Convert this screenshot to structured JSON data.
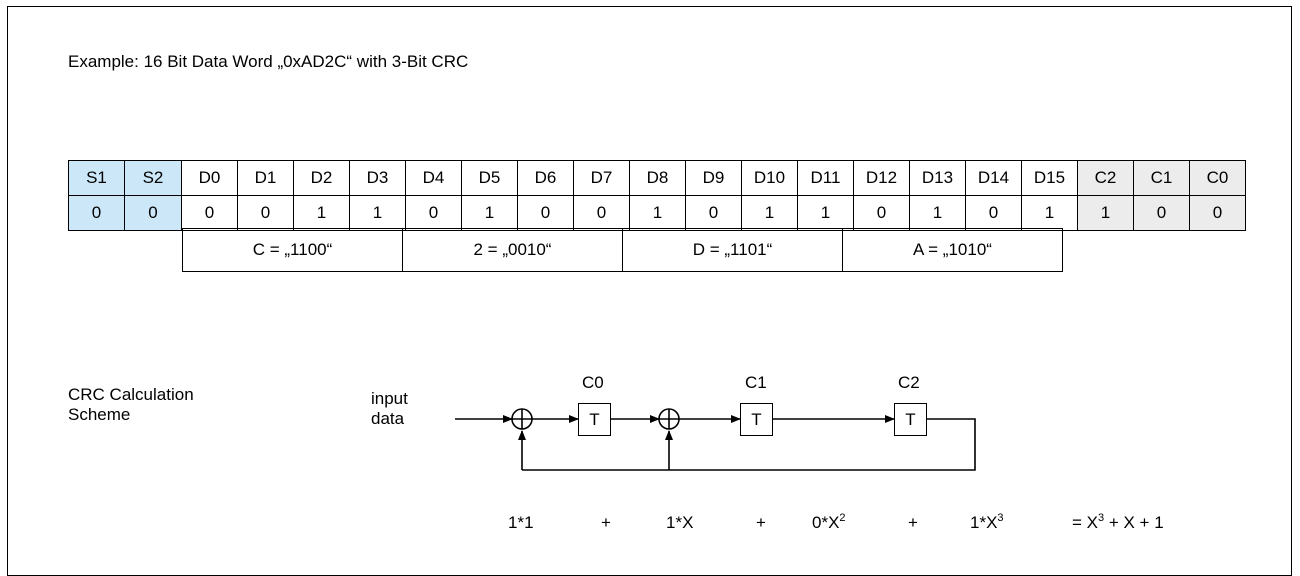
{
  "title": "Example: 16 Bit Data Word „0xAD2C“ with 3-Bit CRC",
  "bits": {
    "headers": [
      "S1",
      "S2",
      "D0",
      "D1",
      "D2",
      "D3",
      "D4",
      "D5",
      "D6",
      "D7",
      "D8",
      "D9",
      "D10",
      "D11",
      "D12",
      "D13",
      "D14",
      "D15",
      "C2",
      "C1",
      "C0"
    ],
    "values": [
      "0",
      "0",
      "0",
      "0",
      "1",
      "1",
      "0",
      "1",
      "0",
      "0",
      "1",
      "0",
      "1",
      "1",
      "0",
      "1",
      "0",
      "1",
      "1",
      "0",
      "0"
    ],
    "colors": {
      "start": "#cce8f8",
      "crc": "#ececec"
    }
  },
  "groups": [
    "C = „1100“",
    "2 = „0010“",
    "D = „1101“",
    "A = „1010“"
  ],
  "scheme": {
    "label_line1": "CRC Calculation",
    "label_line2": "Scheme",
    "input_line1": "input",
    "input_line2": "data",
    "reg_labels": [
      "C0",
      "C1",
      "C2"
    ],
    "reg_text": "T",
    "terms": {
      "t1": "1*1",
      "p1": "+",
      "t2": "1*X",
      "p2": "+",
      "t3_base": "0*X",
      "t3_exp": "2",
      "p3": "+",
      "t4_base": "1*X",
      "t4_exp": "3",
      "result_prefix": "= X",
      "result_exp": "3",
      "result_suffix": " + X + 1"
    }
  }
}
